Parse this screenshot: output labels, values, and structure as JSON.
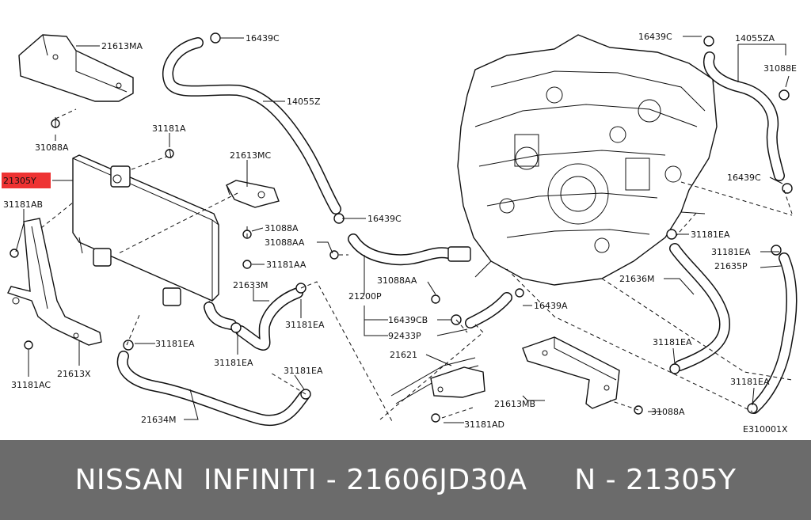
{
  "caption": "NISSAN  INFINITI - 21606JD30A     N - 21305Y",
  "highlight_color": "#ee3333",
  "caption_bg": "#6b6b6b",
  "diagram_code": "E310001X",
  "labels": {
    "l_21613MA": "21613MA",
    "l_16439C_a": "16439C",
    "l_16439C_b": "16439C",
    "l_14055ZA": "14055ZA",
    "l_31088E": "31088E",
    "l_14055Z": "14055Z",
    "l_31088A_a": "31088A",
    "l_31181A": "31181A",
    "l_21613MC": "21613MC",
    "l_21305Y": "21305Y",
    "l_16439C_c": "16439C",
    "l_16439C_d": "16439C",
    "l_31181AB": "31181AB",
    "l_31088A_b": "31088A",
    "l_31088AA_a": "31088AA",
    "l_31181EA_a": "31181EA",
    "l_31181EA_b": "31181EA",
    "l_21635P": "21635P",
    "l_31181AA": "31181AA",
    "l_31088AA_b": "31088AA",
    "l_21636M": "21636M",
    "l_21633M": "21633M",
    "l_21200P": "21200P",
    "l_16439A": "16439A",
    "l_31181EA_c": "31181EA",
    "l_16439CB": "16439CB",
    "l_92433P": "92433P",
    "l_31181EA_d": "31181EA",
    "l_31181EA_e": "31181EA",
    "l_21621": "21621",
    "l_31181EA_f": "31181EA",
    "l_31181AC": "31181AC",
    "l_21613X": "21613X",
    "l_31181EA_g": "31181EA",
    "l_31181EA_h": "31181EA",
    "l_21613MB": "21613MB",
    "l_31088A_c": "31088A",
    "l_21634M": "21634M",
    "l_31181AD": "31181AD"
  }
}
